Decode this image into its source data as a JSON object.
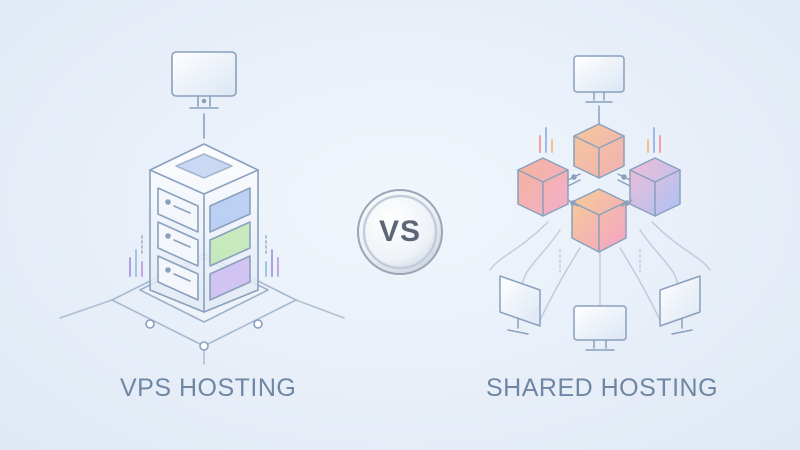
{
  "labels": {
    "vps": "VPS HOSTING",
    "versus": "VS",
    "shared": "SHARED HOSTING"
  },
  "colors": {
    "background": "#e9f0f9",
    "line": "#8aa0bd",
    "label_text": "#6f87a5",
    "vps_slot_blue": "#a9c3f2",
    "vps_slot_green": "#b9e6a8",
    "vps_slot_purple": "#cbb6f0",
    "cube_orange": "#f5b07a",
    "cube_pink": "#f39abf",
    "cube_blue": "#9db8f0"
  },
  "icons": {
    "vps_top": "desktop-monitor-icon",
    "vps_main": "server-tower-icon",
    "shared_top": "desktop-monitor-icon",
    "shared_main": "cube-cluster-icon",
    "shared_clients": "desktop-monitor-icon"
  }
}
